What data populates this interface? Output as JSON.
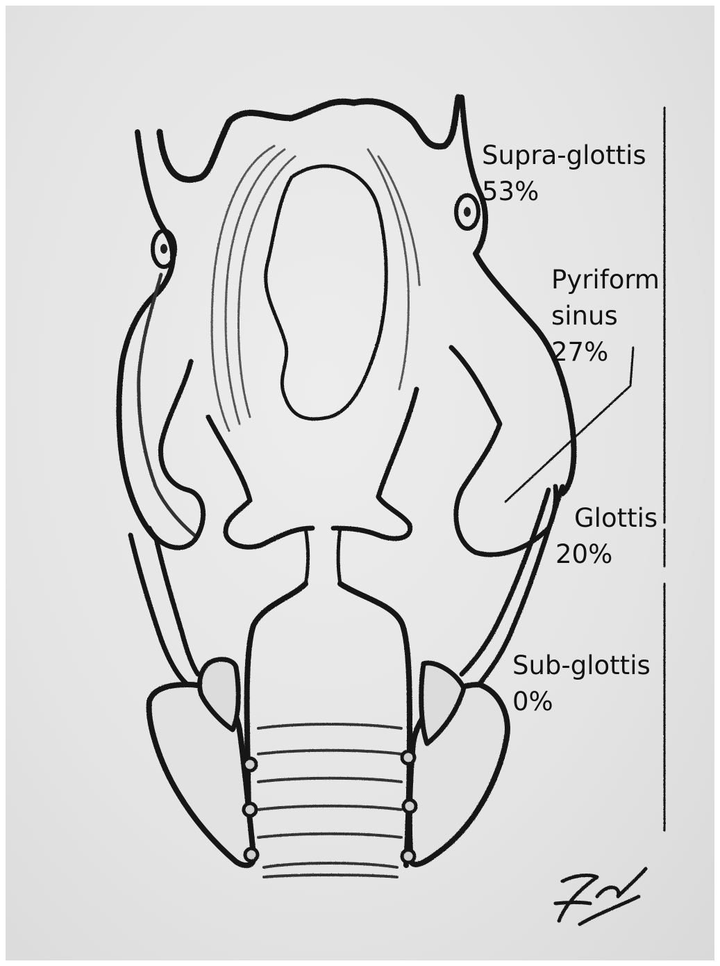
{
  "regions": [
    {
      "id": "supraglottis",
      "name": "Supra-glottis",
      "percent": "53%"
    },
    {
      "id": "pyriform",
      "name_line1": "Pyriform",
      "name_line2": "sinus",
      "percent": "27%"
    },
    {
      "id": "glottis",
      "name": "Glottis",
      "percent": "20%"
    },
    {
      "id": "subglottis",
      "name": "Sub-glottis",
      "percent": "0%"
    }
  ],
  "signature": "Zaid",
  "colors": {
    "ink": "#111111",
    "paper": "#e6e6e6",
    "shade": "#8a8a8a"
  }
}
